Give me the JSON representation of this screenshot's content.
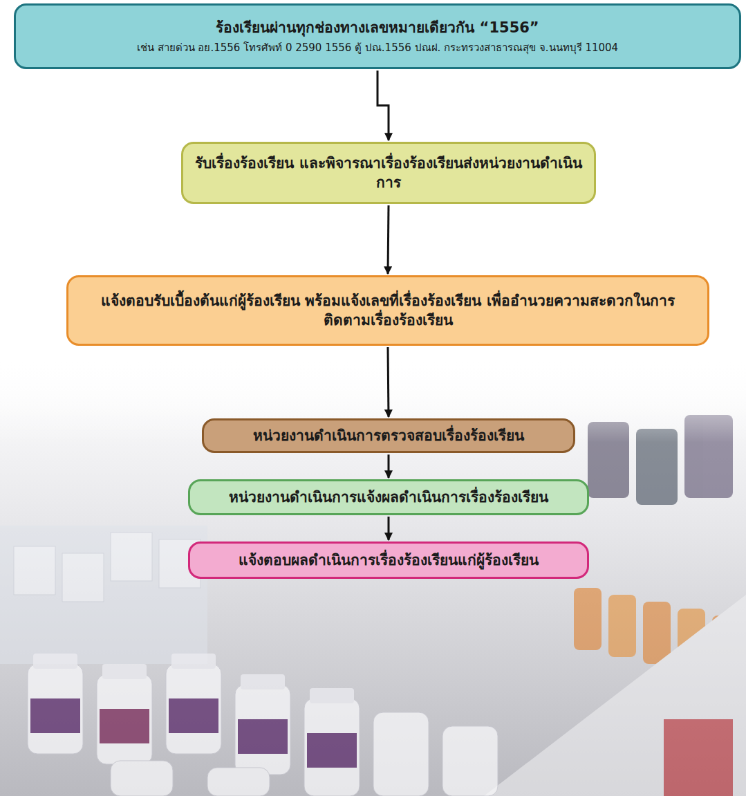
{
  "diagram": {
    "nodes": [
      {
        "text": [
          "ร้องเรียนผ่านทุกช่องทางเลขหมายเดียวกัน “1556”",
          "เช่น สายด่วน อย.1556 โทรศัพท์ 0 2590 1556 ตู้ ปณ.1556 ปณฝ. กระทรวงสาธารณสุข จ.นนทบุรี 11004"
        ]
      },
      {
        "text": [
          "รับเรื่องร้องเรียน และพิจารณาเรื่องร้องเรียนส่งหน่วยงานดำเนินการ"
        ]
      },
      {
        "text": [
          "แจ้งตอบรับเบื้องต้นแก่ผู้ร้องเรียน พร้อมแจ้งเลขที่เรื่องร้องเรียน เพื่ออำนวยความสะดวกในการติดตามเรื่องร้องเรียน"
        ]
      },
      {
        "text": [
          "หน่วยงานดำเนินการตรวจสอบเรื่องร้องเรียน"
        ]
      },
      {
        "text": [
          "หน่วยงานดำเนินการแจ้งผลดำเนินการเรื่องร้องเรียน"
        ]
      },
      {
        "text": [
          "แจ้งตอบผลดำเนินการเรื่องร้องเรียนแก่ผู้ร้องเรียน"
        ]
      }
    ],
    "edges": [
      {
        "from": 0,
        "to": 1,
        "arrow": "to"
      },
      {
        "from": 1,
        "to": 2,
        "arrow": "to"
      },
      {
        "from": 2,
        "to": 3,
        "arrow": "to"
      },
      {
        "from": 3,
        "to": 4,
        "arrow": "to"
      },
      {
        "from": 4,
        "to": 5,
        "arrow": "to"
      }
    ]
  }
}
